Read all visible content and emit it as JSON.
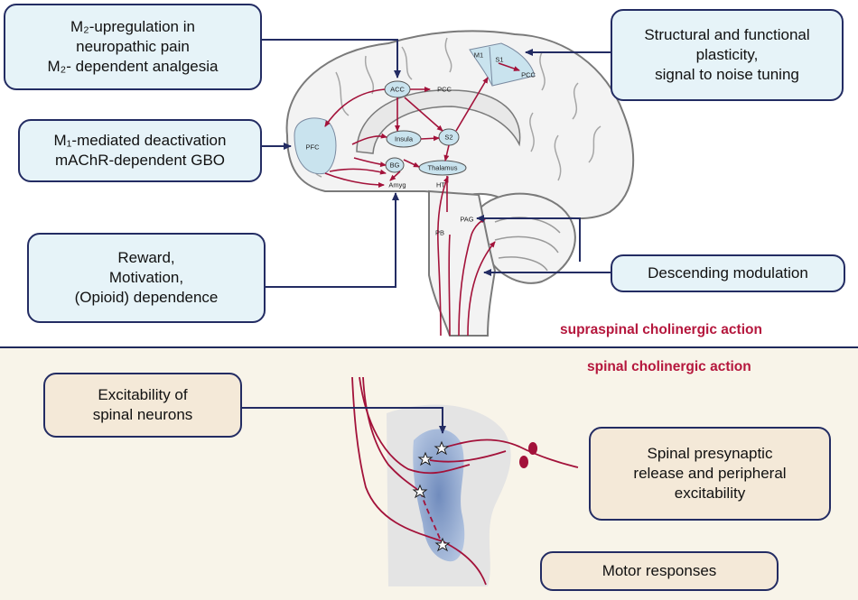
{
  "boxes": {
    "m2": {
      "line1": "M₂-upregulation in",
      "line2": "neuropathic pain",
      "line3": "M₂- dependent analgesia"
    },
    "plasticity": {
      "line1": "Structural and functional",
      "line2": "plasticity,",
      "line3": "signal to noise tuning"
    },
    "m1": {
      "line1": "M₁-mediated deactivation",
      "line2": "mAChR-dependent GBO"
    },
    "reward": {
      "line1": "Reward,",
      "line2": "Motivation,",
      "line3": "(Opioid) dependence"
    },
    "descending": {
      "line1": "Descending modulation"
    },
    "excitability": {
      "line1": "Excitability of",
      "line2": "spinal neurons"
    },
    "presynaptic": {
      "line1": "Spinal presynaptic",
      "line2": "release and peripheral",
      "line3": "excitability"
    },
    "motor": {
      "line1": "Motor responses"
    }
  },
  "sections": {
    "supraspinal": "supraspinal cholinergic action",
    "spinal": "spinal cholinergic action"
  },
  "brain_regions": {
    "acc": "ACC",
    "pcc_upper": "PCC",
    "pcc_right": "PCC",
    "m1": "M1",
    "s1": "S1",
    "pfc": "PFC",
    "insula": "Insula",
    "s2": "S2",
    "bg": "BG",
    "thalamus": "Thalamus",
    "amyg": "Amyg",
    "ht": "HT",
    "pb": "PB",
    "pag": "PAG"
  },
  "colors": {
    "box_border": "#232c63",
    "blue_box": "#e6f3f8",
    "tan_box": "#f4e9d8",
    "accent_red": "#b5173d",
    "pathway": "#a3123a",
    "region_fill": "#c9e3ee"
  }
}
